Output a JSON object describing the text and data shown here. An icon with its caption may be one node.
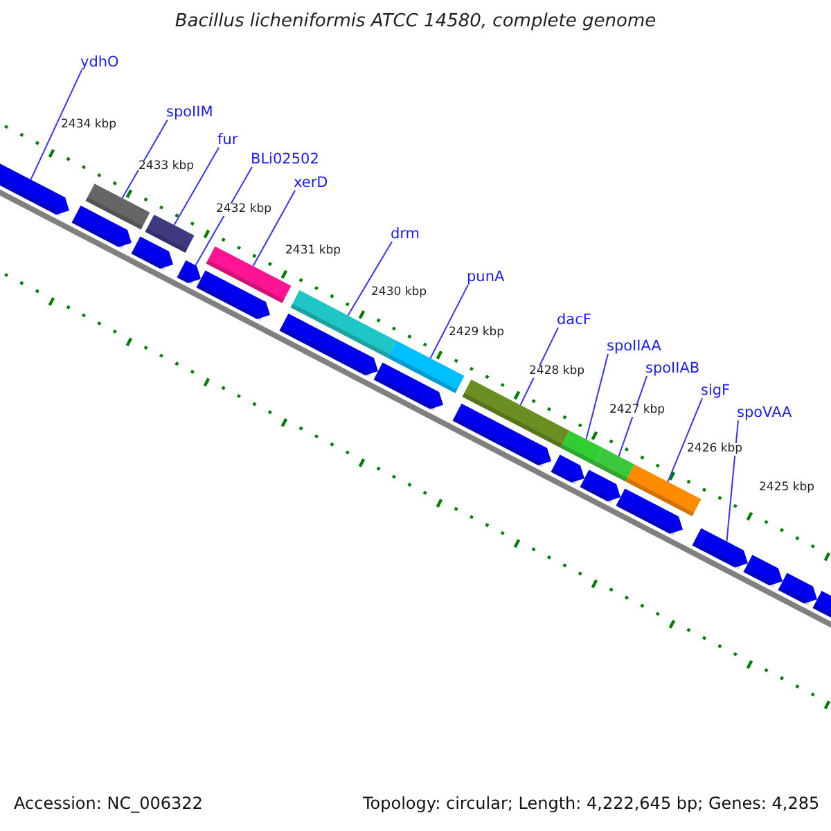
{
  "diagram": {
    "title": "Bacillus licheniformis ATCC 14580, complete genome",
    "nodes": [
      {
        "text": [
          "ydhO"
        ]
      },
      {
        "text": [
          "spoIIM"
        ]
      },
      {
        "text": [
          "fur"
        ]
      },
      {
        "text": [
          "BLi02502"
        ]
      },
      {
        "text": [
          "xerD"
        ]
      },
      {
        "text": [
          "drm"
        ]
      },
      {
        "text": [
          "punA"
        ]
      },
      {
        "text": [
          "dacF"
        ]
      },
      {
        "text": [
          "spoIIAA"
        ]
      },
      {
        "text": [
          "spoIIAB"
        ]
      },
      {
        "text": [
          "sigF"
        ]
      },
      {
        "text": [
          "spoVAA"
        ]
      },
      {
        "text": [],
        "shape": "bar"
      },
      {
        "text": [],
        "shape": "bar"
      },
      {
        "text": [],
        "shape": "bar"
      },
      {
        "text": [],
        "shape": "bar"
      },
      {
        "text": [],
        "shape": "bar"
      },
      {
        "text": [],
        "shape": "bar"
      },
      {
        "text": [],
        "shape": "bar"
      },
      {
        "text": [],
        "shape": "bar"
      },
      {
        "text": [],
        "shape": "bar"
      },
      {
        "text": [],
        "shape": "bar"
      },
      {
        "text": [],
        "shape": "bar"
      },
      {
        "text": [],
        "shape": "bar"
      },
      {
        "text": [],
        "shape": "bar"
      },
      {
        "text": [],
        "shape": "bar"
      },
      {
        "text": [],
        "shape": "bar"
      },
      {
        "text": [],
        "shape": "bar"
      },
      {
        "text": [],
        "shape": "bar"
      },
      {
        "text": [],
        "shape": "bar"
      },
      {
        "text": [],
        "shape": "bar"
      },
      {
        "text": [],
        "shape": "bar"
      },
      {
        "text": [],
        "shape": "bar"
      },
      {
        "text": [],
        "shape": "bar"
      },
      {
        "text": [],
        "shape": "bar"
      },
      {
        "text": [],
        "shape": "bar"
      }
    ],
    "edges": [
      {
        "from": 0,
        "to": 12,
        "arrow": "none"
      },
      {
        "from": 1,
        "to": 14,
        "arrow": "none"
      },
      {
        "from": 2,
        "to": 16,
        "arrow": "none"
      },
      {
        "from": 3,
        "to": 17,
        "arrow": "none"
      },
      {
        "from": 4,
        "to": 19,
        "arrow": "none"
      },
      {
        "from": 5,
        "to": 21,
        "arrow": "none"
      },
      {
        "from": 6,
        "to": 23,
        "arrow": "none"
      },
      {
        "from": 7,
        "to": 25,
        "arrow": "none"
      },
      {
        "from": 8,
        "to": 27,
        "arrow": "none"
      },
      {
        "from": 9,
        "to": 29,
        "arrow": "none"
      },
      {
        "from": 10,
        "to": 31,
        "arrow": "none"
      },
      {
        "from": 11,
        "to": 32,
        "arrow": "none"
      }
    ],
    "labels": [
      "2434 kbp",
      "2433 kbp",
      "2432 kbp",
      "2431 kbp",
      "2430 kbp",
      "2429 kbp",
      "2428 kbp",
      "2427 kbp",
      "2426 kbp",
      "2425 kbp",
      "Accession: NC_006322",
      "Topology: circular; Length: 4,222,645 bp; Genes: 4,285"
    ]
  }
}
